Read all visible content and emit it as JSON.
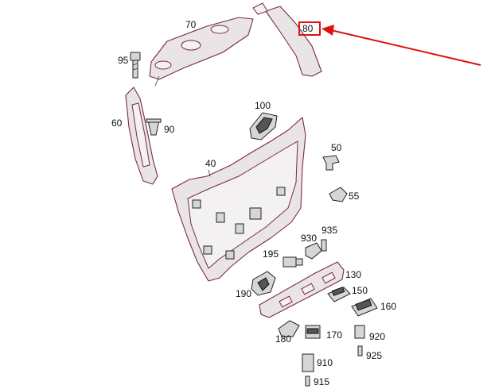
{
  "labels": {
    "p70": "70",
    "p80": "80",
    "p95": "95",
    "p60": "60",
    "p90": "90",
    "p100": "100",
    "p50": "50",
    "p40": "40",
    "p55": "55",
    "p935": "935",
    "p930": "930",
    "p195": "195",
    "p130": "130",
    "p150": "150",
    "p190": "190",
    "p160": "160",
    "p180": "180",
    "p170": "170",
    "p920": "920",
    "p925": "925",
    "p910": "910",
    "p915": "915"
  },
  "highlight": {
    "part": "80",
    "color": "#e01010"
  },
  "colors": {
    "part_outline": "#7a2a3f",
    "label": "#111111",
    "highlight": "#e01010"
  }
}
